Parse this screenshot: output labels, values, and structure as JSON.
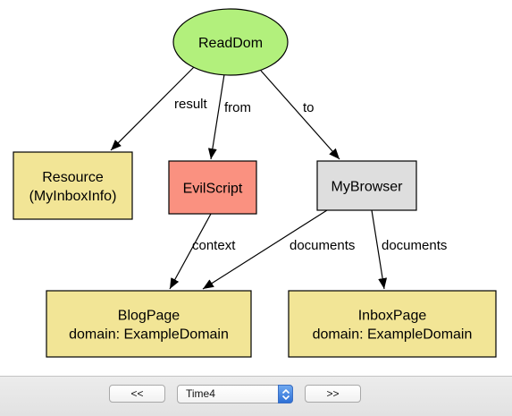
{
  "diagram": {
    "nodes": [
      {
        "id": "readdom",
        "label": [
          "ReadDom"
        ],
        "fill": "#b2f07c"
      },
      {
        "id": "resource",
        "label": [
          "Resource",
          "(MyInboxInfo)"
        ],
        "fill": "#f2e596"
      },
      {
        "id": "evilscript",
        "label": [
          "EvilScript"
        ],
        "fill": "#fa9180"
      },
      {
        "id": "mybrowser",
        "label": [
          "MyBrowser"
        ],
        "fill": "#dedede"
      },
      {
        "id": "blogpage",
        "label": [
          "BlogPage",
          "domain: ExampleDomain"
        ],
        "fill": "#f2e596"
      },
      {
        "id": "inboxpage",
        "label": [
          "InboxPage",
          "domain: ExampleDomain"
        ],
        "fill": "#f2e596"
      }
    ],
    "edges": [
      {
        "from": "readdom",
        "to": "resource",
        "label": "result"
      },
      {
        "from": "readdom",
        "to": "evilscript",
        "label": "from"
      },
      {
        "from": "readdom",
        "to": "mybrowser",
        "label": "to"
      },
      {
        "from": "evilscript",
        "to": "blogpage",
        "label": "context"
      },
      {
        "from": "mybrowser",
        "to": "blogpage",
        "label": "documents"
      },
      {
        "from": "mybrowser",
        "to": "inboxpage",
        "label": "documents"
      }
    ]
  },
  "toolbar": {
    "prev_label": "<<",
    "next_label": ">>",
    "time_select": {
      "selected": "Time4"
    }
  },
  "colors": {
    "node_border": "#000000",
    "edge": "#000000",
    "select_accent": "#2d6fd6"
  }
}
